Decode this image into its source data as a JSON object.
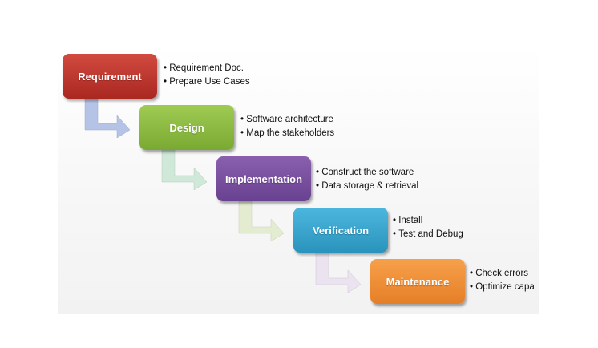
{
  "stages": [
    {
      "label": "Requirement",
      "color": "#c0392f",
      "bullets": [
        "Requirement Doc.",
        "Prepare Use Cases"
      ]
    },
    {
      "label": "Design",
      "color": "#8fbe3e",
      "bullets": [
        "Software architecture",
        "Map the stakeholders"
      ]
    },
    {
      "label": "Implementation",
      "color": "#7a4f9f",
      "bullets": [
        "Construct the software",
        "Data storage & retrieval"
      ]
    },
    {
      "label": "Verification",
      "color": "#3aa7cf",
      "bullets": [
        "Install",
        "Test and Debug"
      ]
    },
    {
      "label": "Maintenance",
      "color": "#f0913a",
      "bullets": [
        "Check errors",
        "Optimize capal"
      ]
    }
  ],
  "arrow_colors": [
    "#b5c4e6",
    "#cfe8d8",
    "#e3ecd0",
    "#ebe3ef"
  ]
}
